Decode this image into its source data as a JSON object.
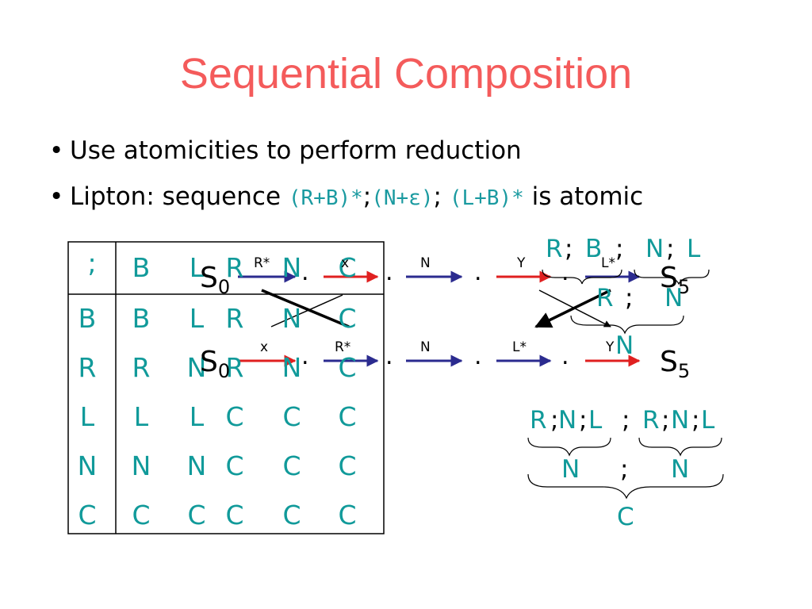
{
  "slide": {
    "title": "Sequential Composition",
    "bullets": [
      {
        "text": "Use atomicities to perform reduction"
      },
      {
        "prefix": "Lipton: sequence ",
        "code1": "(R+B)*",
        "sep1": ";",
        "code2": "(N+ε)",
        "sep2": "; ",
        "code3": "(L+B)*",
        "suffix": " is atomic"
      }
    ],
    "bullet_glyph": "•"
  },
  "table": {
    "corner": ";",
    "header": [
      "B",
      "L",
      "R",
      "N",
      "C"
    ],
    "rows": [
      {
        "label": "B",
        "cells": [
          "B",
          "L",
          "R",
          "N",
          "C"
        ]
      },
      {
        "label": "R",
        "cells": [
          "R",
          "N",
          "R",
          "N",
          "C"
        ]
      },
      {
        "label": "L",
        "cells": [
          "L",
          "L",
          "C",
          "C",
          "C"
        ]
      },
      {
        "label": "N",
        "cells": [
          "N",
          "N",
          "C",
          "C",
          "C"
        ]
      },
      {
        "label": "C",
        "cells": [
          "C",
          "C",
          "C",
          "C",
          "C"
        ]
      }
    ]
  },
  "trace1": {
    "start": "S",
    "start_sub": "0",
    "end": "S",
    "end_sub": "5",
    "labels": [
      "R*",
      "x",
      "N",
      "Y",
      "L*"
    ],
    "dot": "."
  },
  "trace2": {
    "start": "S",
    "start_sub": "0",
    "end": "S",
    "end_sub": "5",
    "labels": [
      "x",
      "R*",
      "N",
      "L*",
      "Y"
    ],
    "dot": "."
  },
  "reduction1": {
    "top": [
      "R",
      ";",
      "B",
      ";",
      "N",
      ";",
      "L"
    ],
    "mid_left": "R",
    "mid_sep": ";",
    "mid_right": "N",
    "result": "N"
  },
  "reduction2": {
    "top": [
      "R",
      ";",
      "N",
      ";",
      "L",
      ";",
      "R",
      ";",
      "N",
      ";",
      "L"
    ],
    "mid_left": "N",
    "mid_sep": ";",
    "mid_right": "N",
    "result": "C"
  },
  "colors": {
    "title": "#f45b5b",
    "teal": "#119a9a",
    "red_arrow": "#e02020",
    "blue_arrow": "#2b2b8f"
  },
  "icons": [
    "arrow-right-icon",
    "brace-icon"
  ]
}
